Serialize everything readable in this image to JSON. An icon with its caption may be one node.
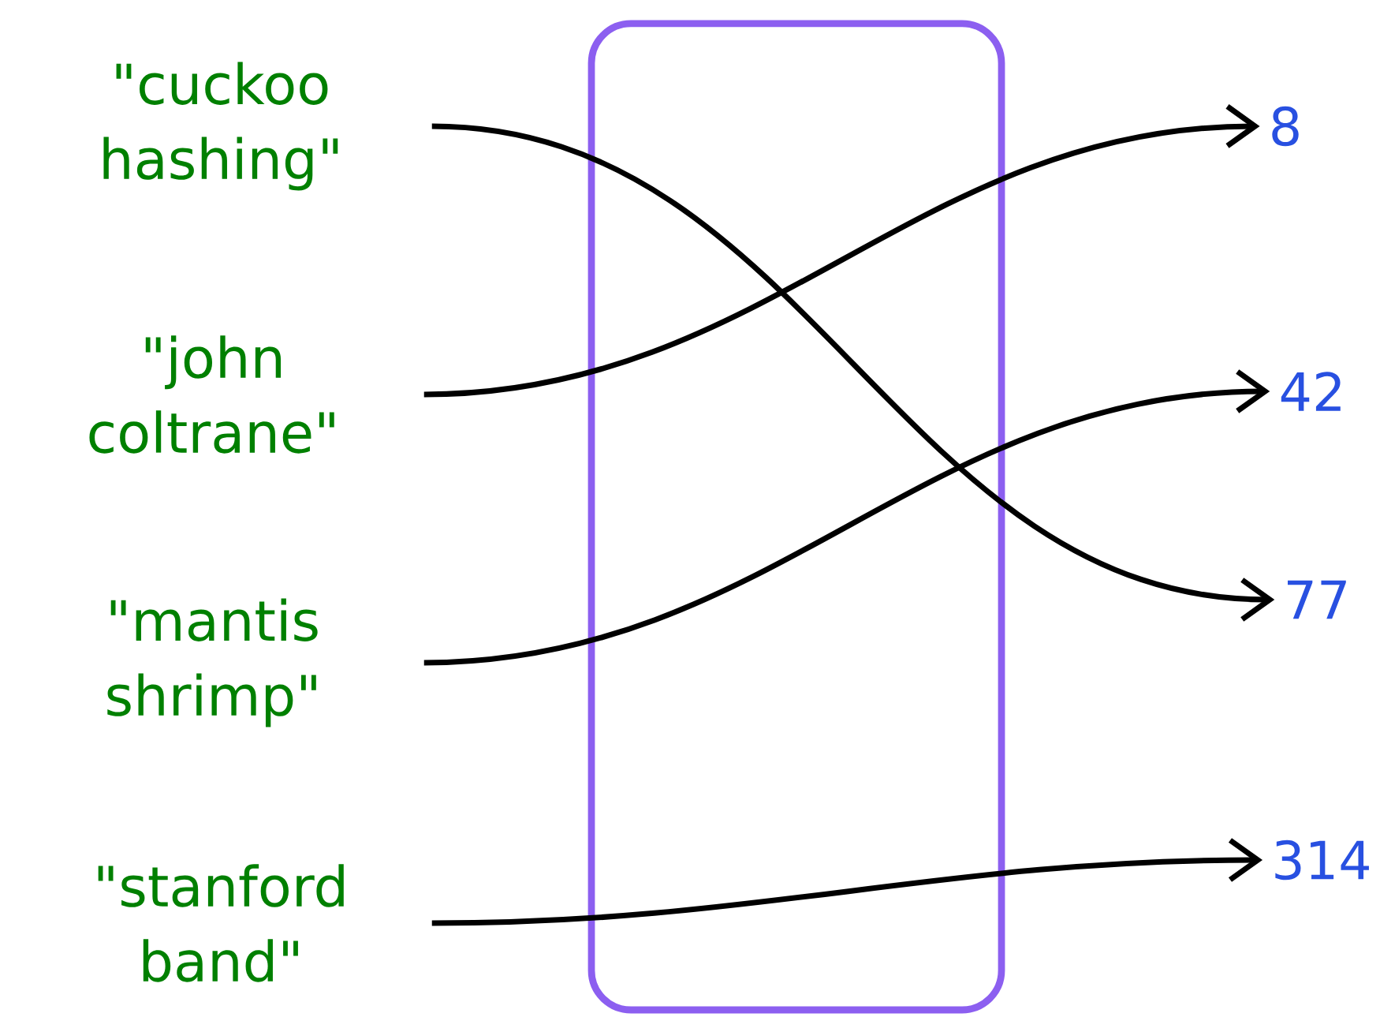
{
  "diagram": {
    "nodes": [
      {
        "text": [
          "\"cuckoo hashing\""
        ]
      },
      {
        "text": [
          "\"john coltrane\""
        ]
      },
      {
        "text": [
          "\"mantis shrimp\""
        ]
      },
      {
        "text": [
          "\"stanford band\""
        ]
      },
      {
        "text": [
          "8"
        ]
      },
      {
        "text": [
          "42"
        ]
      },
      {
        "text": [
          "77"
        ]
      },
      {
        "text": [
          "314"
        ]
      }
    ],
    "edges": [
      {
        "from": 0,
        "to": 6,
        "arrow": "to"
      },
      {
        "from": 1,
        "to": 4,
        "arrow": "to"
      },
      {
        "from": 2,
        "to": 5,
        "arrow": "to"
      },
      {
        "from": 3,
        "to": 7,
        "arrow": "to"
      }
    ]
  }
}
